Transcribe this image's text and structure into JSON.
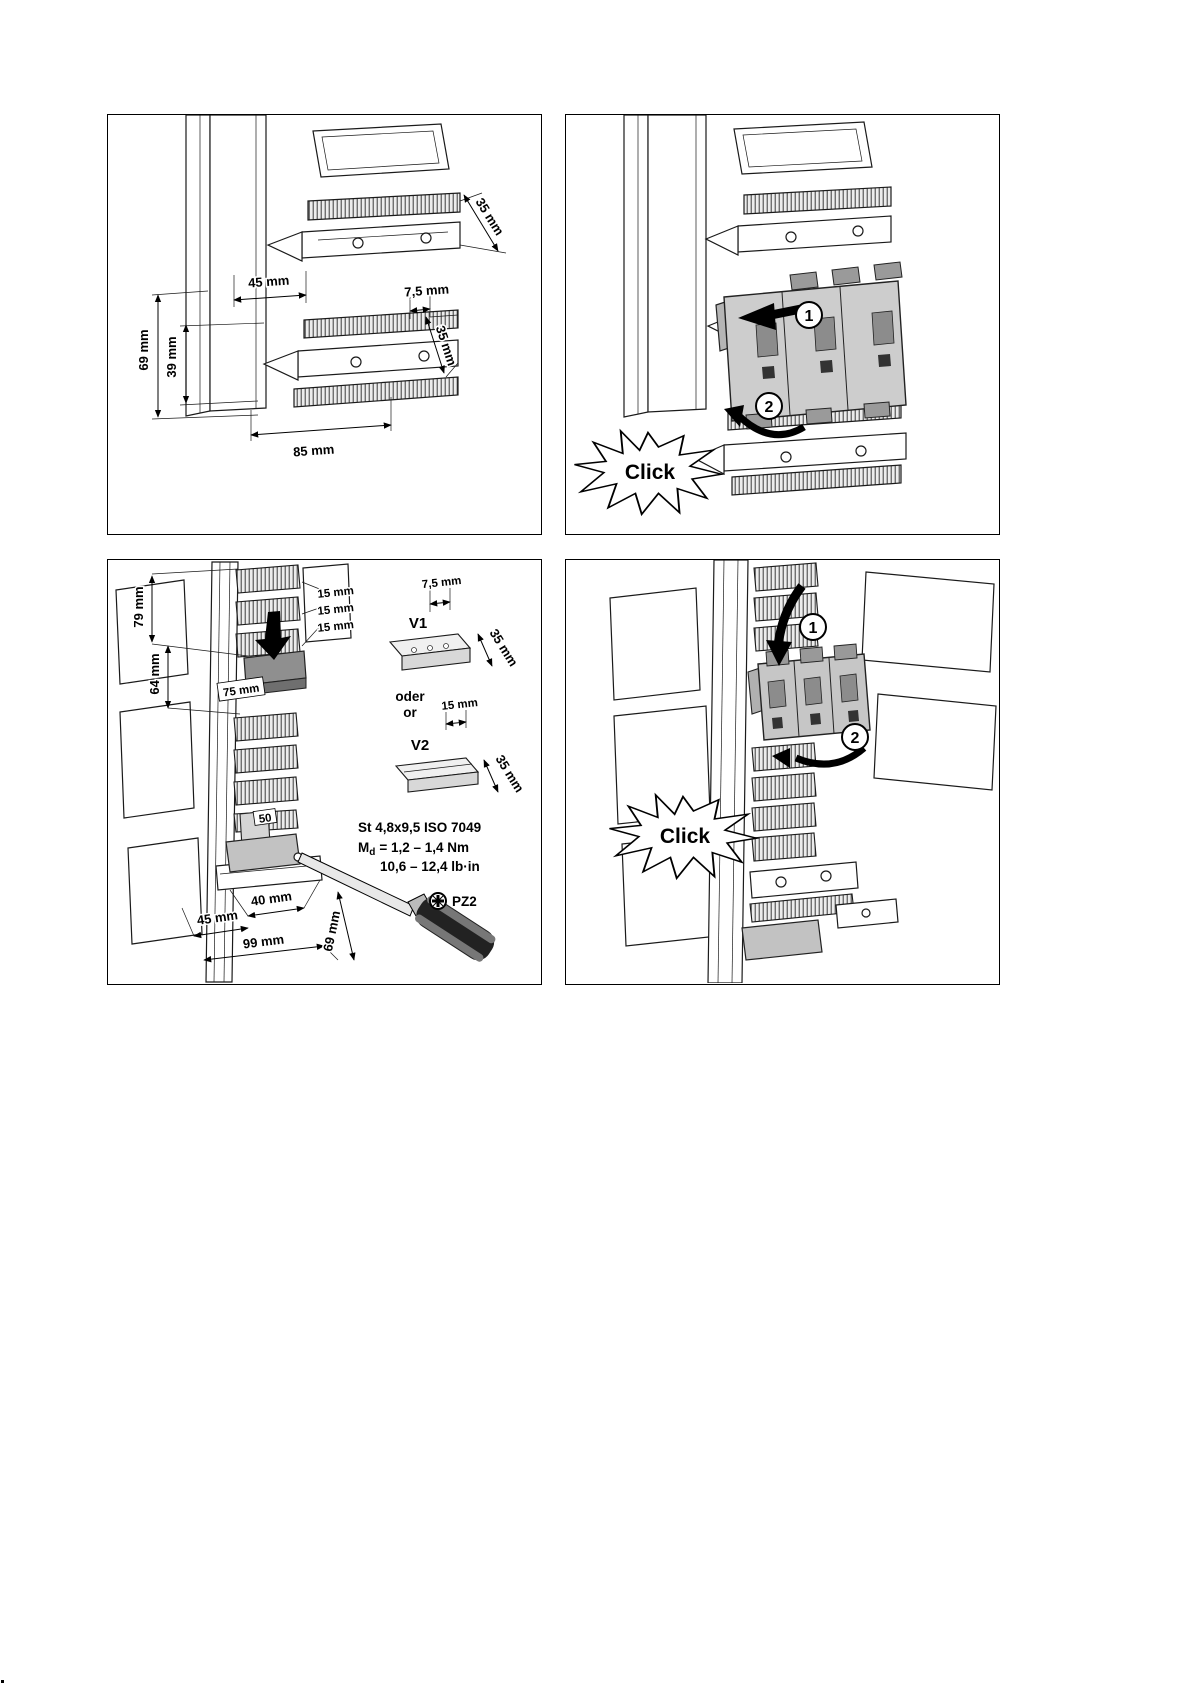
{
  "p1": {
    "d35_top": "35 mm",
    "d45": "45 mm",
    "d7_5": "7,5 mm",
    "d69": "69 mm",
    "d39": "39 mm",
    "d35_mid": "35 mm",
    "d85": "85 mm"
  },
  "p2": {
    "step1": "1",
    "step2": "2",
    "click": "Click"
  },
  "p3": {
    "d79": "79 mm",
    "d64": "64 mm",
    "d15_1": "15 mm",
    "d15_2": "15 mm",
    "d15_3": "15 mm",
    "d75": "75 mm",
    "d7_5": "7,5 mm",
    "v1": "V1",
    "d35_v1": "35 mm",
    "oder": "oder",
    "or": "or",
    "d15_v2": "15 mm",
    "v2": "V2",
    "d35_v2": "35 mm",
    "screw": "St 4,8x9,5 ISO 7049",
    "torque_m": "M",
    "torque_sub": "d",
    "torque_rest": "= 1,2 – 1,4 Nm",
    "torque_lb": "10,6 – 12,4 lb·in",
    "pz2": "PZ2",
    "d50": "50",
    "d40": "40 mm",
    "d45": "45 mm",
    "d99": "99 mm",
    "d69": "69 mm"
  },
  "p4": {
    "step1": "1",
    "step2": "2",
    "click": "Click"
  }
}
